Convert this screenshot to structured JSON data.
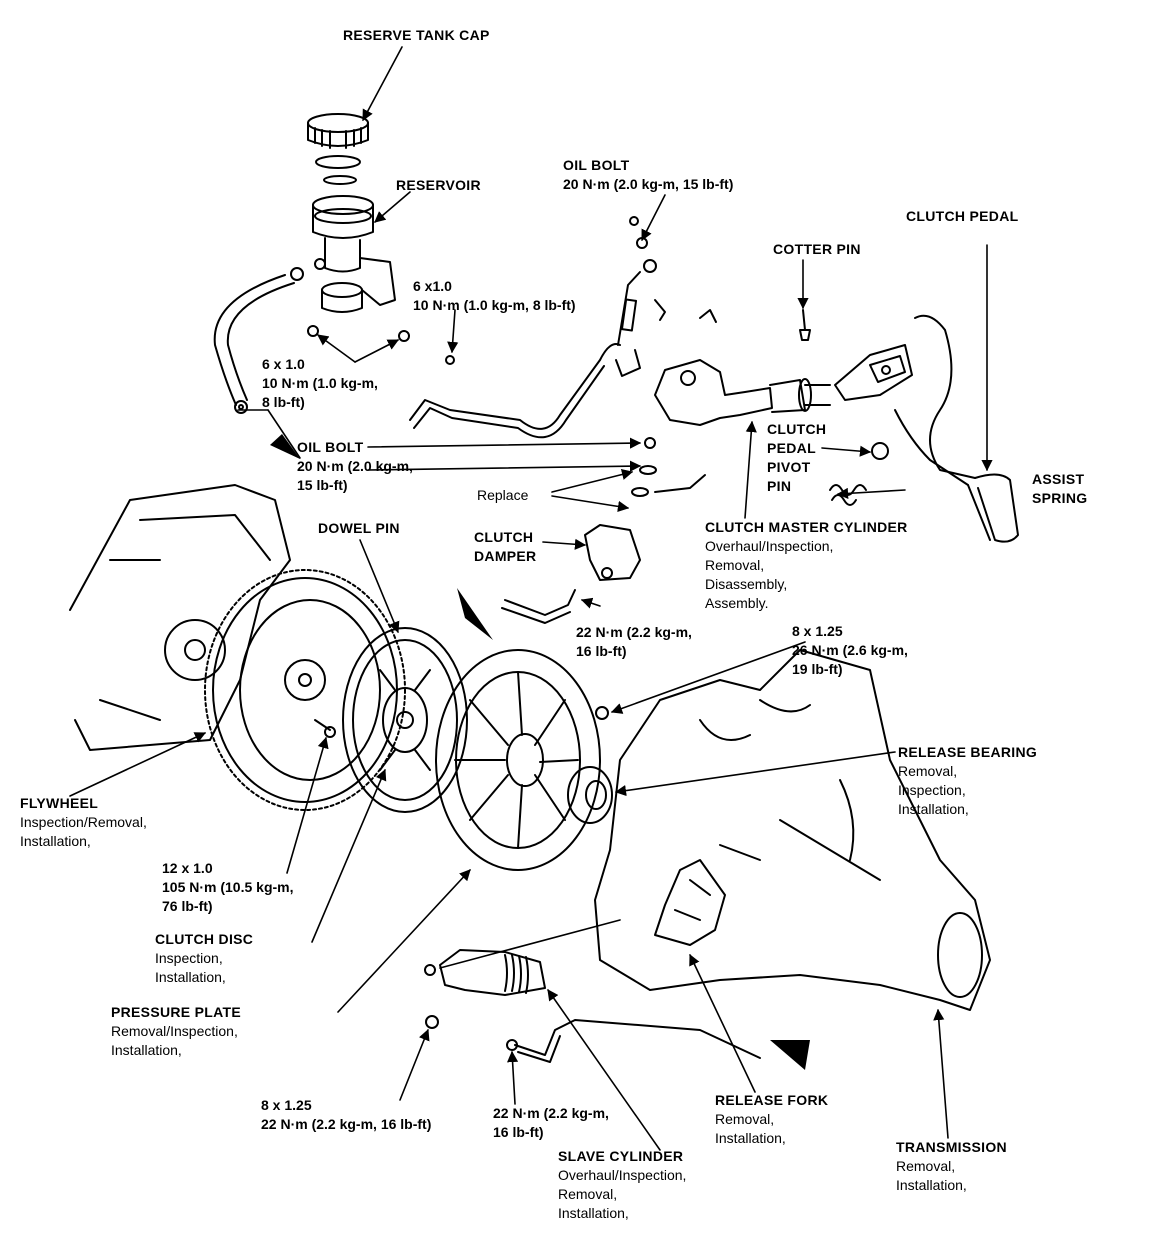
{
  "labels": {
    "reserve_tank_cap": "RESERVE TANK CAP",
    "reservoir": "RESERVOIR",
    "oil_bolt_top": {
      "title": "OIL BOLT",
      "spec": "20 N·m (2.0 kg-m, 15 lb-ft)"
    },
    "clutch_pedal": "CLUTCH PEDAL",
    "cotter_pin": "COTTER PIN",
    "bolt_6x1_bracket": {
      "size": "6 x1.0",
      "spec": "10 N·m (1.0 kg-m, 8 lb-ft)"
    },
    "bolt_6x1_left": {
      "size": "6 x 1.0",
      "spec1": "10 N·m (1.0 kg-m,",
      "spec2": "8 lb-ft)"
    },
    "oil_bolt_mid": {
      "title": "OIL BOLT",
      "spec1": "20 N·m (2.0 kg-m,",
      "spec2": "15 lb-ft)"
    },
    "replace": "Replace",
    "clutch_pedal_pivot_pin": [
      "CLUTCH",
      "PEDAL",
      "PIVOT",
      "PIN"
    ],
    "assist_spring": [
      "ASSIST",
      "SPRING"
    ],
    "clutch_master_cylinder": {
      "title": "CLUTCH MASTER CYLINDER",
      "lines": [
        "Overhaul/Inspection,",
        "Removal,",
        "Disassembly,",
        "Assembly."
      ]
    },
    "dowel_pin": "DOWEL PIN",
    "clutch_damper": [
      "CLUTCH",
      "DAMPER"
    ],
    "damper_torque": {
      "spec1": "22 N·m (2.2 kg-m,",
      "spec2": "16 lb-ft)"
    },
    "bolt_8x125_pp": {
      "size": "8 x 1.25",
      "spec1": "26 N·m (2.6 kg-m,",
      "spec2": "19 lb-ft)"
    },
    "release_bearing": {
      "title": "RELEASE BEARING",
      "lines": [
        "Removal,",
        "Inspection,",
        "Installation,"
      ]
    },
    "flywheel": {
      "title": "FLYWHEEL",
      "lines": [
        "Inspection/Removal,",
        "Installation,"
      ]
    },
    "bolt_12x1": {
      "size": "12 x 1.0",
      "spec1": "105 N·m (10.5 kg-m,",
      "spec2": "76 lb-ft)"
    },
    "clutch_disc": {
      "title": "CLUTCH DISC",
      "lines": [
        "Inspection,",
        "Installation,"
      ]
    },
    "pressure_plate": {
      "title": "PRESSURE PLATE",
      "lines": [
        "Removal/Inspection,",
        "Installation,"
      ]
    },
    "bolt_8x125_slave": {
      "size": "8 x 1.25",
      "spec": "22 N·m (2.2 kg-m, 16 lb-ft)"
    },
    "slave_line_torque": {
      "spec1": "22 N·m (2.2 kg-m,",
      "spec2": "16 lb-ft)"
    },
    "release_fork": {
      "title": "RELEASE FORK",
      "lines": [
        "Removal,",
        "Installation,"
      ]
    },
    "slave_cylinder": {
      "title": "SLAVE CYLINDER",
      "lines": [
        "Overhaul/Inspection,",
        "Removal,",
        "Installation,"
      ]
    },
    "transmission": {
      "title": "TRANSMISSION",
      "lines": [
        "Removal,",
        "Installation,"
      ]
    }
  }
}
